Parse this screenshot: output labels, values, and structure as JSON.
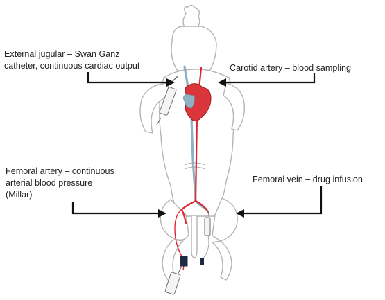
{
  "annotations": {
    "external_jugular": [
      "External jugular –  Swan Ganz",
      "catheter, continuous cardiac output"
    ],
    "carotid_artery": [
      "Carotid artery – blood sampling"
    ],
    "femoral_artery": [
      "Femoral artery – continuous",
      "arterial blood pressure",
      "(Millar)"
    ],
    "femoral_vein": [
      "Femoral vein – drug infusion"
    ]
  },
  "colors": {
    "outline": "#b4b4b4",
    "artery": "#e0242b",
    "heart": "#d9353b",
    "vein": "#8fb1c4",
    "arrow": "#111111"
  }
}
